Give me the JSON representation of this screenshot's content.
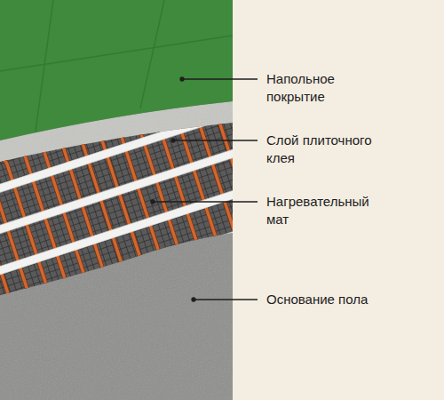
{
  "diagram": {
    "labels": [
      "Напольное покрытие",
      "Слой плиточного клея",
      "Нагревательный мат",
      "Основание пола"
    ]
  }
}
